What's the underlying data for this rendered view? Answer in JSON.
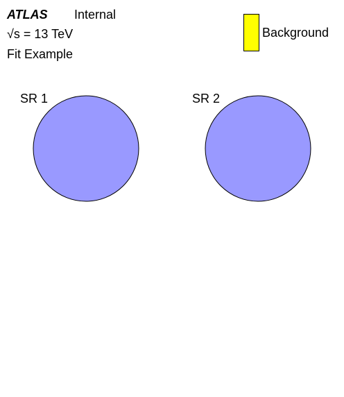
{
  "header": {
    "experiment": "ATLAS",
    "status": "Internal",
    "energy_symbol": "√",
    "energy_var": "s",
    "energy_value": " = 13 TeV",
    "subtitle": "Fit Example"
  },
  "legend": {
    "label": "Background",
    "color": "#ffff00",
    "position": "top-right"
  },
  "chart_data": {
    "type": "pie",
    "colors": {
      "background": "#ffff00",
      "pie_fill": "#9999ff"
    },
    "pies": [
      {
        "label": "SR 1",
        "slices": [
          {
            "name": "Background",
            "value": 1.0
          }
        ]
      },
      {
        "label": "SR 2",
        "slices": [
          {
            "name": "Background",
            "value": 1.0
          }
        ]
      }
    ]
  }
}
